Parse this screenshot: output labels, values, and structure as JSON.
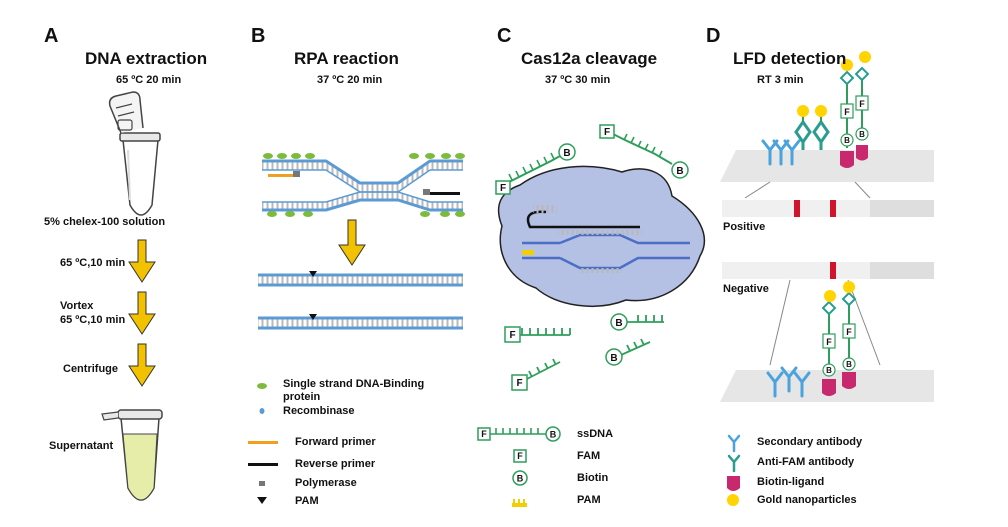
{
  "panels": {
    "a": {
      "letter": "A",
      "title": "DNA extraction",
      "condition": "65 ºC   20 min",
      "steps": {
        "solution": "5% chelex-100 solution",
        "heat": "65 ºC,10 min",
        "vortex_1": "Vortex",
        "vortex_2": "65 ºC,10 min",
        "centrifuge": "Centrifuge",
        "supernatant": "Supernatant"
      }
    },
    "b": {
      "letter": "B",
      "title": "RPA reaction",
      "condition": "37 ºC  20 min",
      "legend": {
        "ssb_1": "Single strand DNA-Binding",
        "ssb_2": "protein",
        "recombinase": "Recombinase",
        "forward": "Forward primer",
        "reverse": "Reverse primer",
        "polymerase": "Polymerase",
        "pam": "PAM"
      }
    },
    "c": {
      "letter": "C",
      "title": "Cas12a cleavage",
      "condition": "37 ºC  30 min",
      "legend": {
        "ssdna": "ssDNA",
        "fam": "FAM",
        "biotin": "Biotin",
        "pam": "PAM"
      }
    },
    "d": {
      "letter": "D",
      "title": "LFD detection",
      "condition": "RT  3 min",
      "positive": "Positive",
      "negative": "Negative",
      "legend": {
        "secondary": "Secondary antibody",
        "antifam": "Anti-FAM antibody",
        "biotin_ligand": "Biotin-ligand",
        "gold": "Gold nanoparticles"
      }
    }
  },
  "glyphs": {
    "fam": "F",
    "biotin": "B"
  },
  "colors": {
    "dna": "#5b9bd5",
    "ssb": "#7dbb3c",
    "arrow": "#f2c200",
    "probe": "#2e9e5b",
    "cas": "#b4c0e4",
    "tube_liquid": "#e6eda8",
    "primer_fwd": "#f0a020",
    "primer_rev": "#111111",
    "pam": "#f2d000",
    "secondary_ab": "#4aa3df",
    "antifam_ab": "#2a9d8f",
    "biotin_ligand": "#c8286e",
    "gold": "#ffd400",
    "test_line": "#d0142c"
  }
}
